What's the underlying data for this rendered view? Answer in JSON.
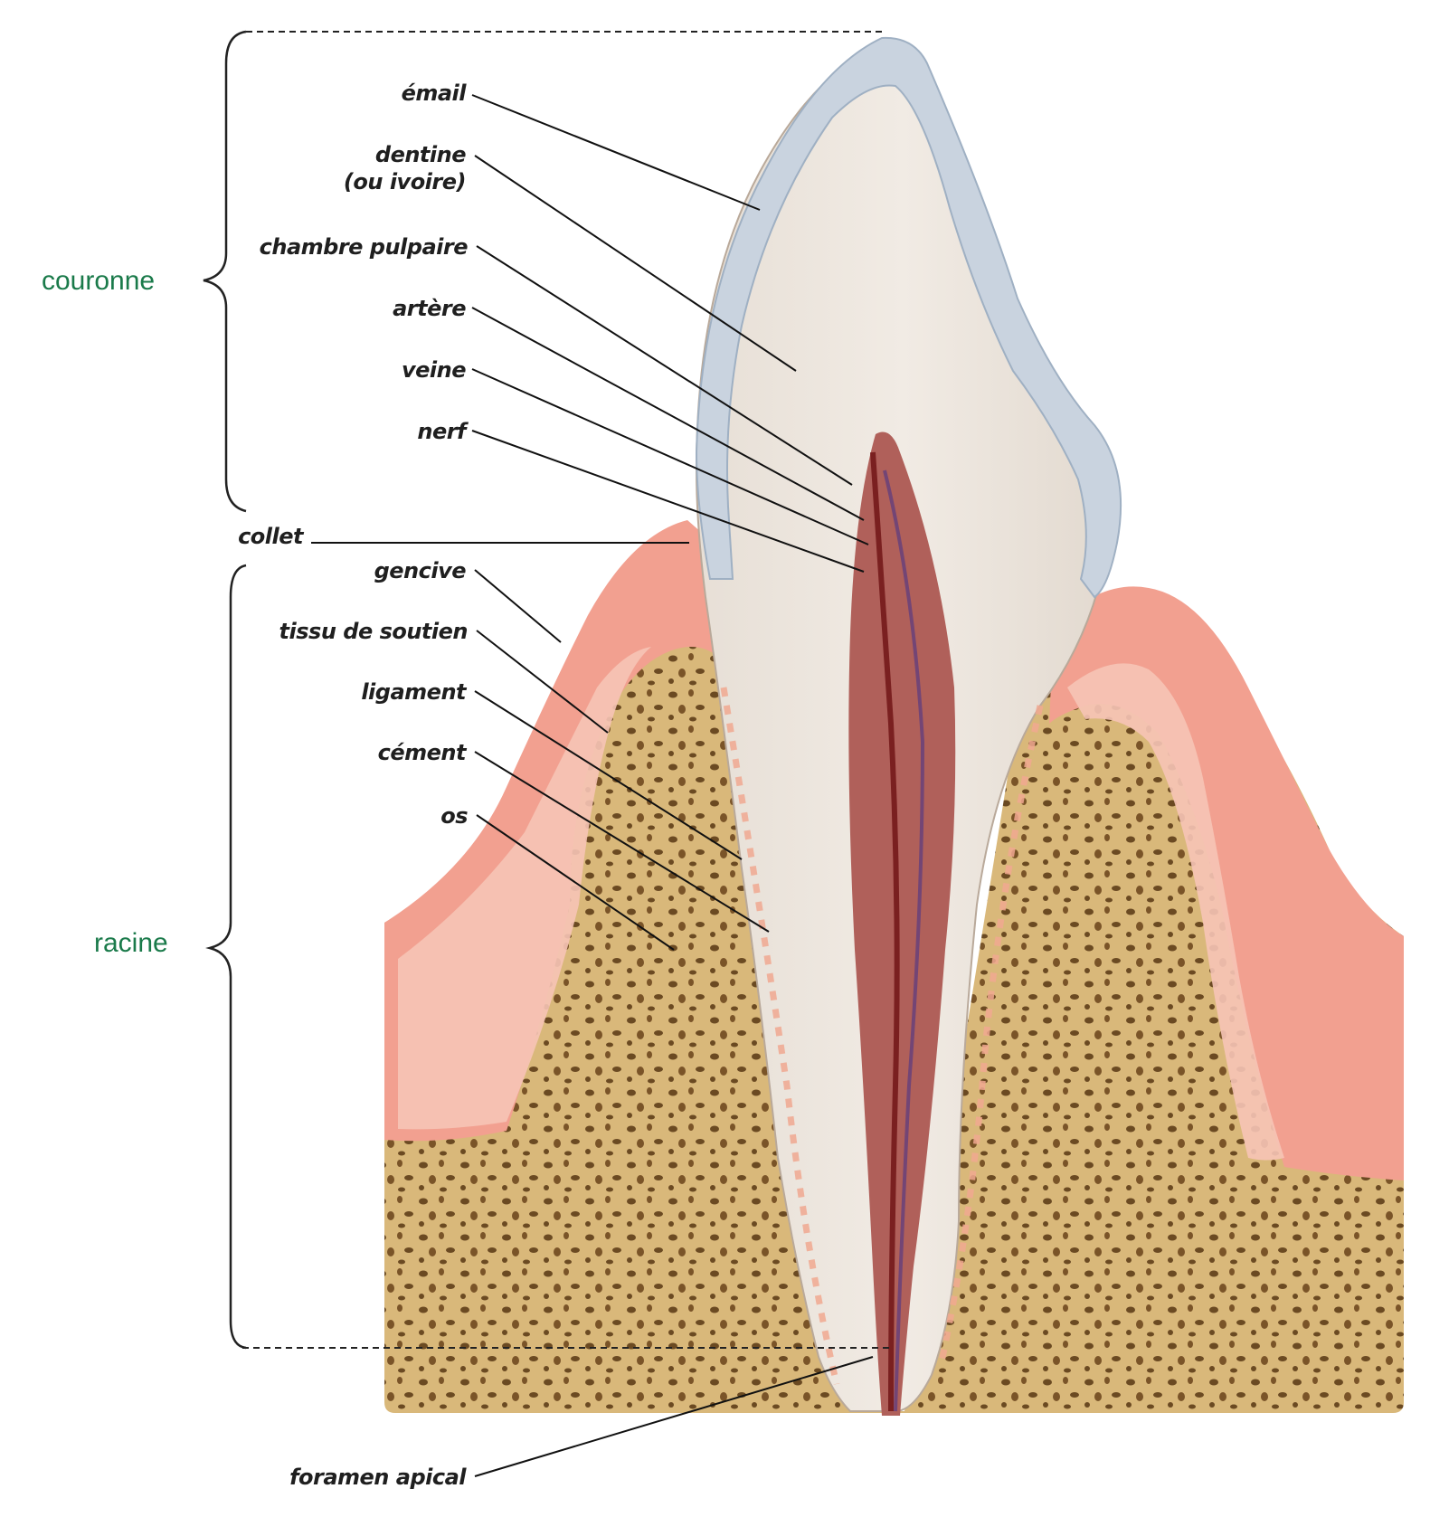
{
  "sections": {
    "crown": "couronne",
    "root": "racine"
  },
  "labels": {
    "email": "émail",
    "dentine_line1": "dentine",
    "dentine_line2": "(ou ivoire)",
    "chambre_pulpaire": "chambre pulpaire",
    "artere": "artère",
    "veine": "veine",
    "nerf": "nerf",
    "collet": "collet",
    "gencive": "gencive",
    "tissu_de_soutien": "tissu de soutien",
    "ligament": "ligament",
    "cement": "cément",
    "os": "os",
    "foramen_apical": "foramen apical"
  },
  "colors": {
    "enamel": "#c9d3df",
    "dentin": "#ebe4dd",
    "pulp": "#9a3a3a",
    "gum": "#f2a090",
    "gum_inner": "#f6c4b6",
    "bone": "#d9b87a",
    "bone_pore": "#6b4a22",
    "section_text": "#1a7a4a"
  }
}
